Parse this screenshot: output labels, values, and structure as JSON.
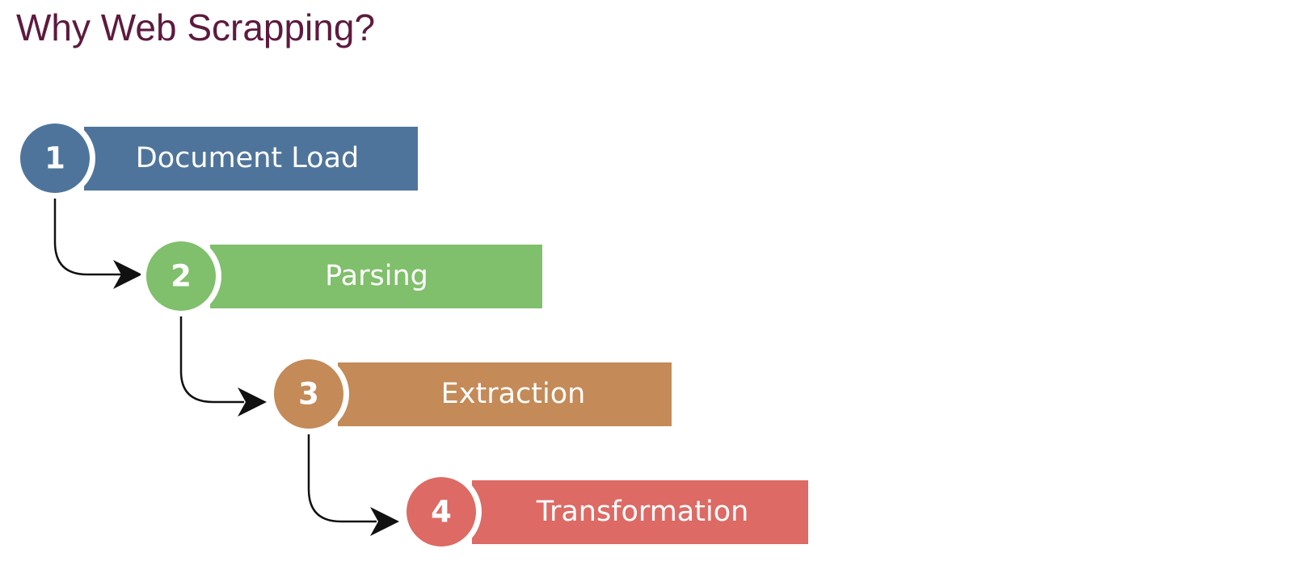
{
  "page": {
    "title": "Why Web Scrapping?"
  },
  "steps": [
    {
      "number": "1",
      "label": "Document Load",
      "color": "#4f749c"
    },
    {
      "number": "2",
      "label": "Parsing",
      "color": "#80bf6b"
    },
    {
      "number": "3",
      "label": "Extraction",
      "color": "#c48a57"
    },
    {
      "number": "4",
      "label": "Transformation",
      "color": "#dd6a64"
    }
  ],
  "connectors": {
    "color": "#111111",
    "icon": "arrow-right-icon"
  }
}
